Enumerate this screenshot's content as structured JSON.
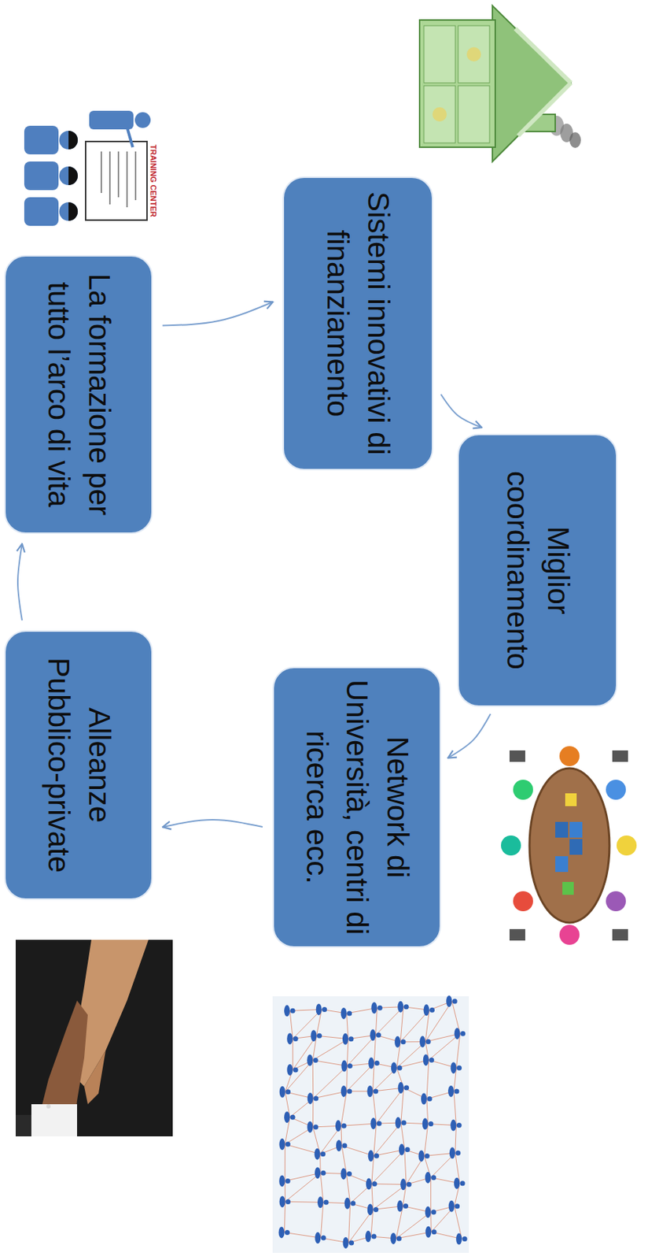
{
  "diagram": {
    "nodes": [
      {
        "text": [
          "Sistemi innovativi di finanziamento"
        ]
      },
      {
        "text": [
          "Miglior coordinamento"
        ]
      },
      {
        "text": [
          "Network di Università, centri di ricerca ecc."
        ]
      },
      {
        "text": [
          "Alleanze Pubblico-private"
        ]
      },
      {
        "text": [
          "La formazione per tutto l’arco di vita"
        ]
      }
    ],
    "edges": [
      {
        "from": 0,
        "to": 1,
        "arrow": "to"
      },
      {
        "from": 1,
        "to": 2,
        "arrow": "to"
      },
      {
        "from": 2,
        "to": 3,
        "arrow": "to"
      },
      {
        "from": 3,
        "to": 4,
        "arrow": "to"
      },
      {
        "from": 4,
        "to": 0,
        "arrow": "to"
      }
    ],
    "labels": [
      "TRAINING CENTER"
    ]
  }
}
